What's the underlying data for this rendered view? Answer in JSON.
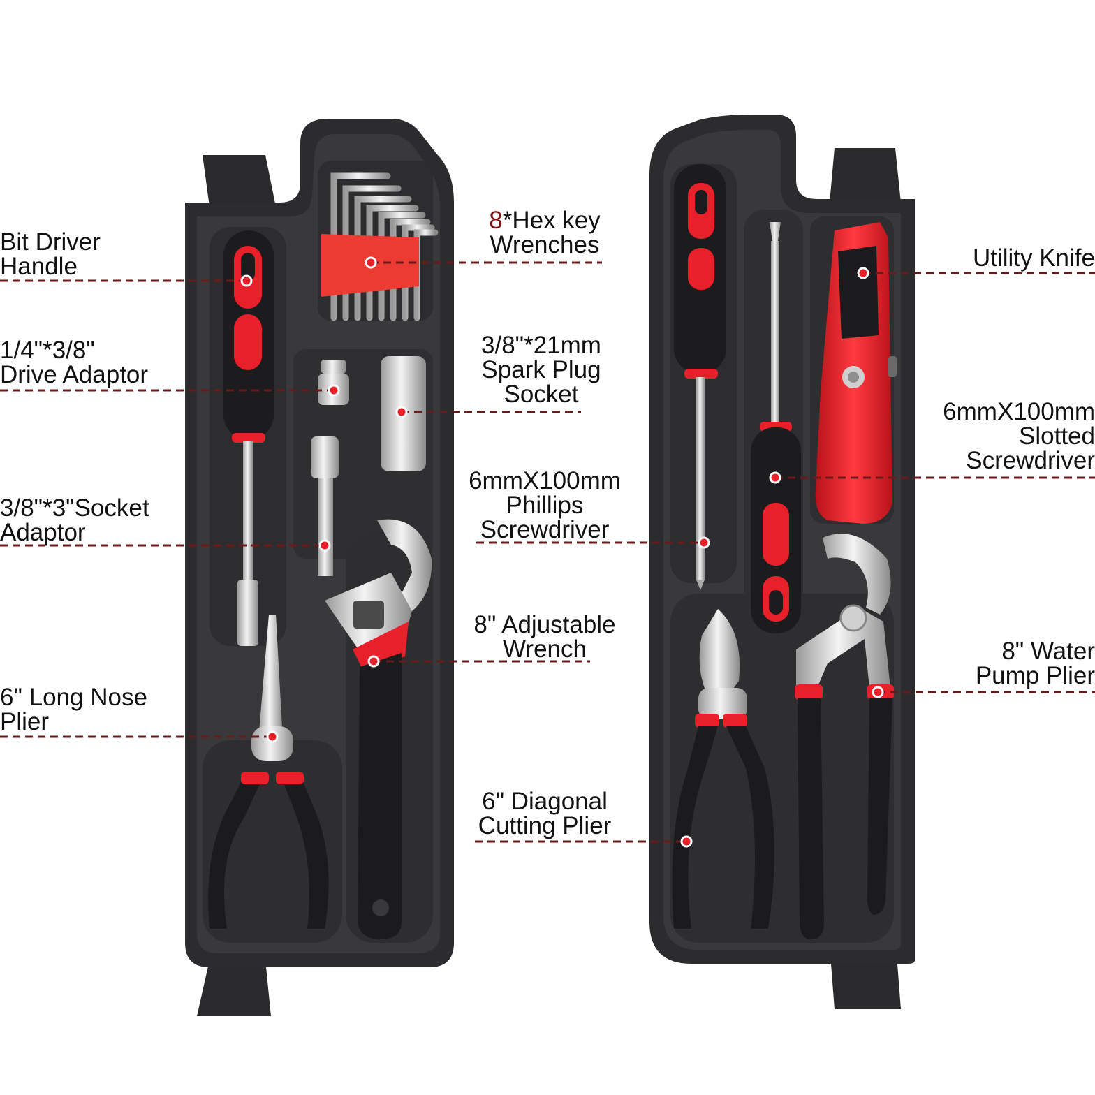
{
  "colors": {
    "case_outer": "#2b2b2d",
    "case_inner": "#38383a",
    "accent_red": "#e8202a",
    "leader_line": "#6a1a1a",
    "dot": "#e8202a",
    "text": "#111111",
    "metal": "#d8d8d8"
  },
  "labels": {
    "bit_driver_handle": {
      "line1": "Bit Driver",
      "line2": "Handle"
    },
    "hex_key": {
      "count": "8",
      "line1_rest": "*Hex key",
      "line2": "Wrenches"
    },
    "drive_adaptor": {
      "line1": "1/4\"*3/8\"",
      "line2": "Drive Adaptor"
    },
    "spark_plug_socket": {
      "line1": "3/8\"*21mm",
      "line2": "Spark Plug",
      "line3": "Socket"
    },
    "socket_adaptor": {
      "line1": "3/8\"*3\"Socket",
      "line2": "Adaptor"
    },
    "phillips_screwdriver": {
      "line1": "6mmX100mm",
      "line2": "Phillips",
      "line3": "Screwdriver"
    },
    "adjustable_wrench": {
      "line1": "8\" Adjustable",
      "line2": "Wrench"
    },
    "long_nose_plier": {
      "line1": "6\" Long Nose",
      "line2": "Plier"
    },
    "diagonal_cutting_plier": {
      "line1": "6\" Diagonal",
      "line2": "Cutting Plier"
    },
    "utility_knife": {
      "line1": "Utility Knife"
    },
    "slotted_screwdriver": {
      "line1": "6mmX100mm",
      "line2": "Slotted",
      "line3": "Screwdriver"
    },
    "water_pump_plier": {
      "line1": "8\" Water",
      "line2": "Pump Plier"
    }
  }
}
